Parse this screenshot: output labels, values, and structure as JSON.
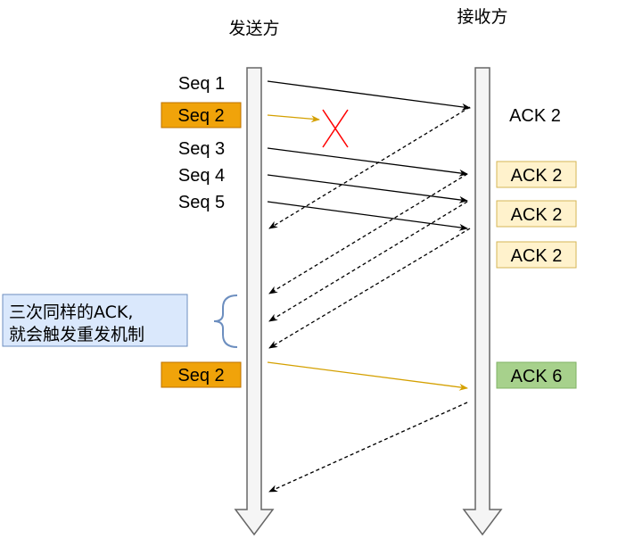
{
  "header": {
    "sender": "发送方",
    "receiver": "接收方"
  },
  "sender_labels": [
    {
      "text": "Seq 1",
      "style": "plain"
    },
    {
      "text": "Seq 2",
      "style": "orange"
    },
    {
      "text": "Seq 3",
      "style": "plain"
    },
    {
      "text": "Seq 4",
      "style": "plain"
    },
    {
      "text": "Seq 5",
      "style": "plain"
    },
    {
      "text": "Seq 2",
      "style": "orange"
    }
  ],
  "receiver_labels": [
    {
      "text": "ACK 2",
      "style": "plain"
    },
    {
      "text": "ACK 2",
      "style": "yellow"
    },
    {
      "text": "ACK 2",
      "style": "yellow"
    },
    {
      "text": "ACK 2",
      "style": "yellow"
    },
    {
      "text": "ACK 6",
      "style": "green"
    }
  ],
  "note": {
    "line1": "三次同样的ACK,",
    "line2": "就会触发重发机制"
  },
  "colors": {
    "lifeline_fill": "#f5f5f5",
    "lifeline_stroke": "#666666",
    "orange_fill": "#f0a30a",
    "orange_stroke": "#bd7000",
    "yellow_fill": "#fff2cc",
    "yellow_stroke": "#d6b656",
    "green_fill": "#a7d18c",
    "green_stroke": "#82b366",
    "note_fill": "#dae8fc",
    "note_stroke": "#6c8ebf",
    "lost_mark": "#ff0000",
    "gold_arrow": "#d4a000"
  }
}
